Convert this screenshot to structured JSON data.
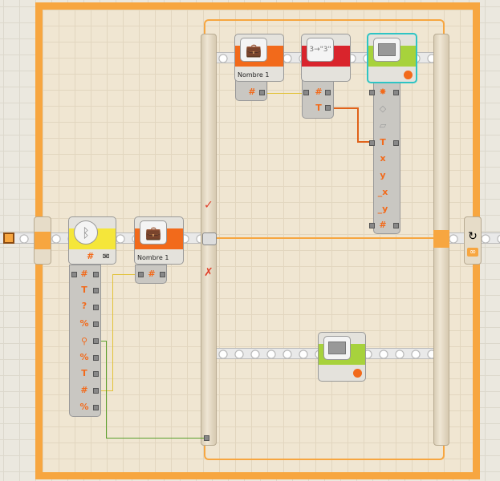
{
  "loop": {
    "color": "#f7a640",
    "icon": "infinity-icon"
  },
  "switch": {
    "true_icon": "checkmark-icon",
    "false_icon": "x-icon",
    "true_symbol": "✓",
    "false_symbol": "✗"
  },
  "blocks": {
    "bluetooth_receive": {
      "icon": "bluetooth-icon",
      "color": "#f5e63a",
      "plugs": [
        "#",
        "T",
        "?",
        "%",
        "⚲",
        "%",
        "T",
        "#",
        "%"
      ]
    },
    "variable_write": {
      "label": "Nombre 1",
      "color": "#f26a1b",
      "plugs": [
        "#"
      ]
    },
    "variable_read": {
      "label": "Nombre 1",
      "color": "#f26a1b",
      "plugs": [
        "#"
      ]
    },
    "number_to_text": {
      "icon": "number-to-text-icon",
      "icon_text": "3→\"3\"",
      "color": "#d9242c",
      "plugs": [
        "#",
        "T"
      ]
    },
    "display_top": {
      "icon": "display-icon",
      "color": "#a7d23c",
      "plugs": [
        "✸",
        "◇",
        "▱",
        "T",
        "x",
        "y",
        "_x",
        "_y",
        "#"
      ]
    },
    "display_bottom": {
      "icon": "display-icon",
      "color": "#a7d23c"
    }
  },
  "wires": {
    "number": "#e2c23a",
    "text": "#e0621a",
    "logic": "#5aa02c"
  }
}
